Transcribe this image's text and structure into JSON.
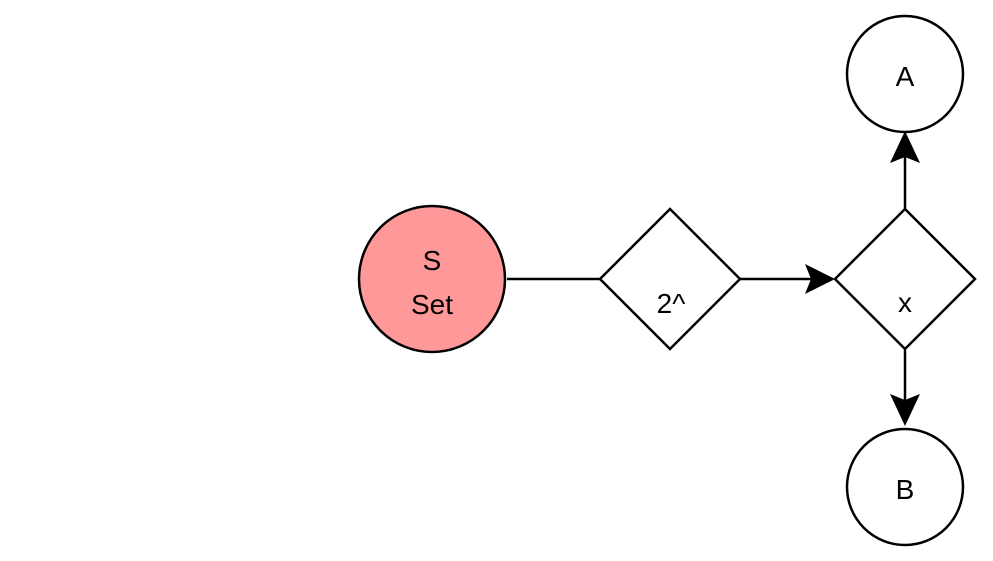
{
  "nodes": {
    "set": {
      "line1": "S",
      "line2": "Set",
      "fill": "#ff9999"
    },
    "powerset": {
      "label": "2^"
    },
    "product": {
      "label": "x"
    },
    "a": {
      "label": "A"
    },
    "b": {
      "label": "B"
    }
  },
  "colors": {
    "stroke": "#000000",
    "default_fill": "#ffffff"
  }
}
